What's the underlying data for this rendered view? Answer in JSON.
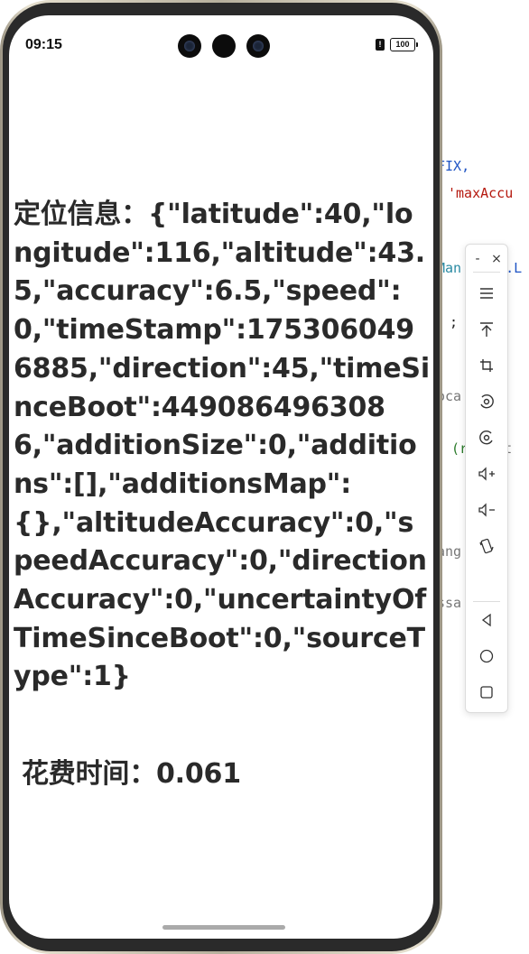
{
  "status_bar": {
    "time": "09:15",
    "battery": "100",
    "alert_glyph": "!"
  },
  "content": {
    "location_info": "定位信息：{\"latitude\":40,\"longitude\":116,\"altitude\":43.5,\"accuracy\":6.5,\"speed\":0,\"timeStamp\":1753060496885,\"direction\":45,\"timeSinceBoot\":4490864963086,\"additionSize\":0,\"additions\":[],\"additionsMap\":{},\"altitudeAccuracy\":0,\"speedAccuracy\":0,\"directionAccuracy\":0,\"uncertaintyOfTimeSinceBoot\":0,\"sourceType\":1}",
    "elapsed_time": "花费时间：0.061"
  },
  "background_code": {
    "line1": "FIX,",
    "line2": "'maxAccu",
    "line3": "Man",
    "line3b": ".L",
    "line4": ";",
    "line5": "oca",
    "line5b": "))",
    "line6": "(r",
    "line6b": "Dat",
    "line7": "ang",
    "line8": "ssa"
  },
  "emulator_toolbar": {
    "minimize_glyph": "-",
    "close_glyph": "×",
    "buttons": [
      {
        "name": "menu-icon"
      },
      {
        "name": "pin-top-icon"
      },
      {
        "name": "crop-icon"
      },
      {
        "name": "rotate-left-icon"
      },
      {
        "name": "rotate-right-icon"
      },
      {
        "name": "volume-up-icon"
      },
      {
        "name": "volume-down-icon"
      },
      {
        "name": "shake-icon"
      },
      {
        "name": "back-icon"
      },
      {
        "name": "home-icon"
      },
      {
        "name": "recents-icon"
      }
    ]
  }
}
